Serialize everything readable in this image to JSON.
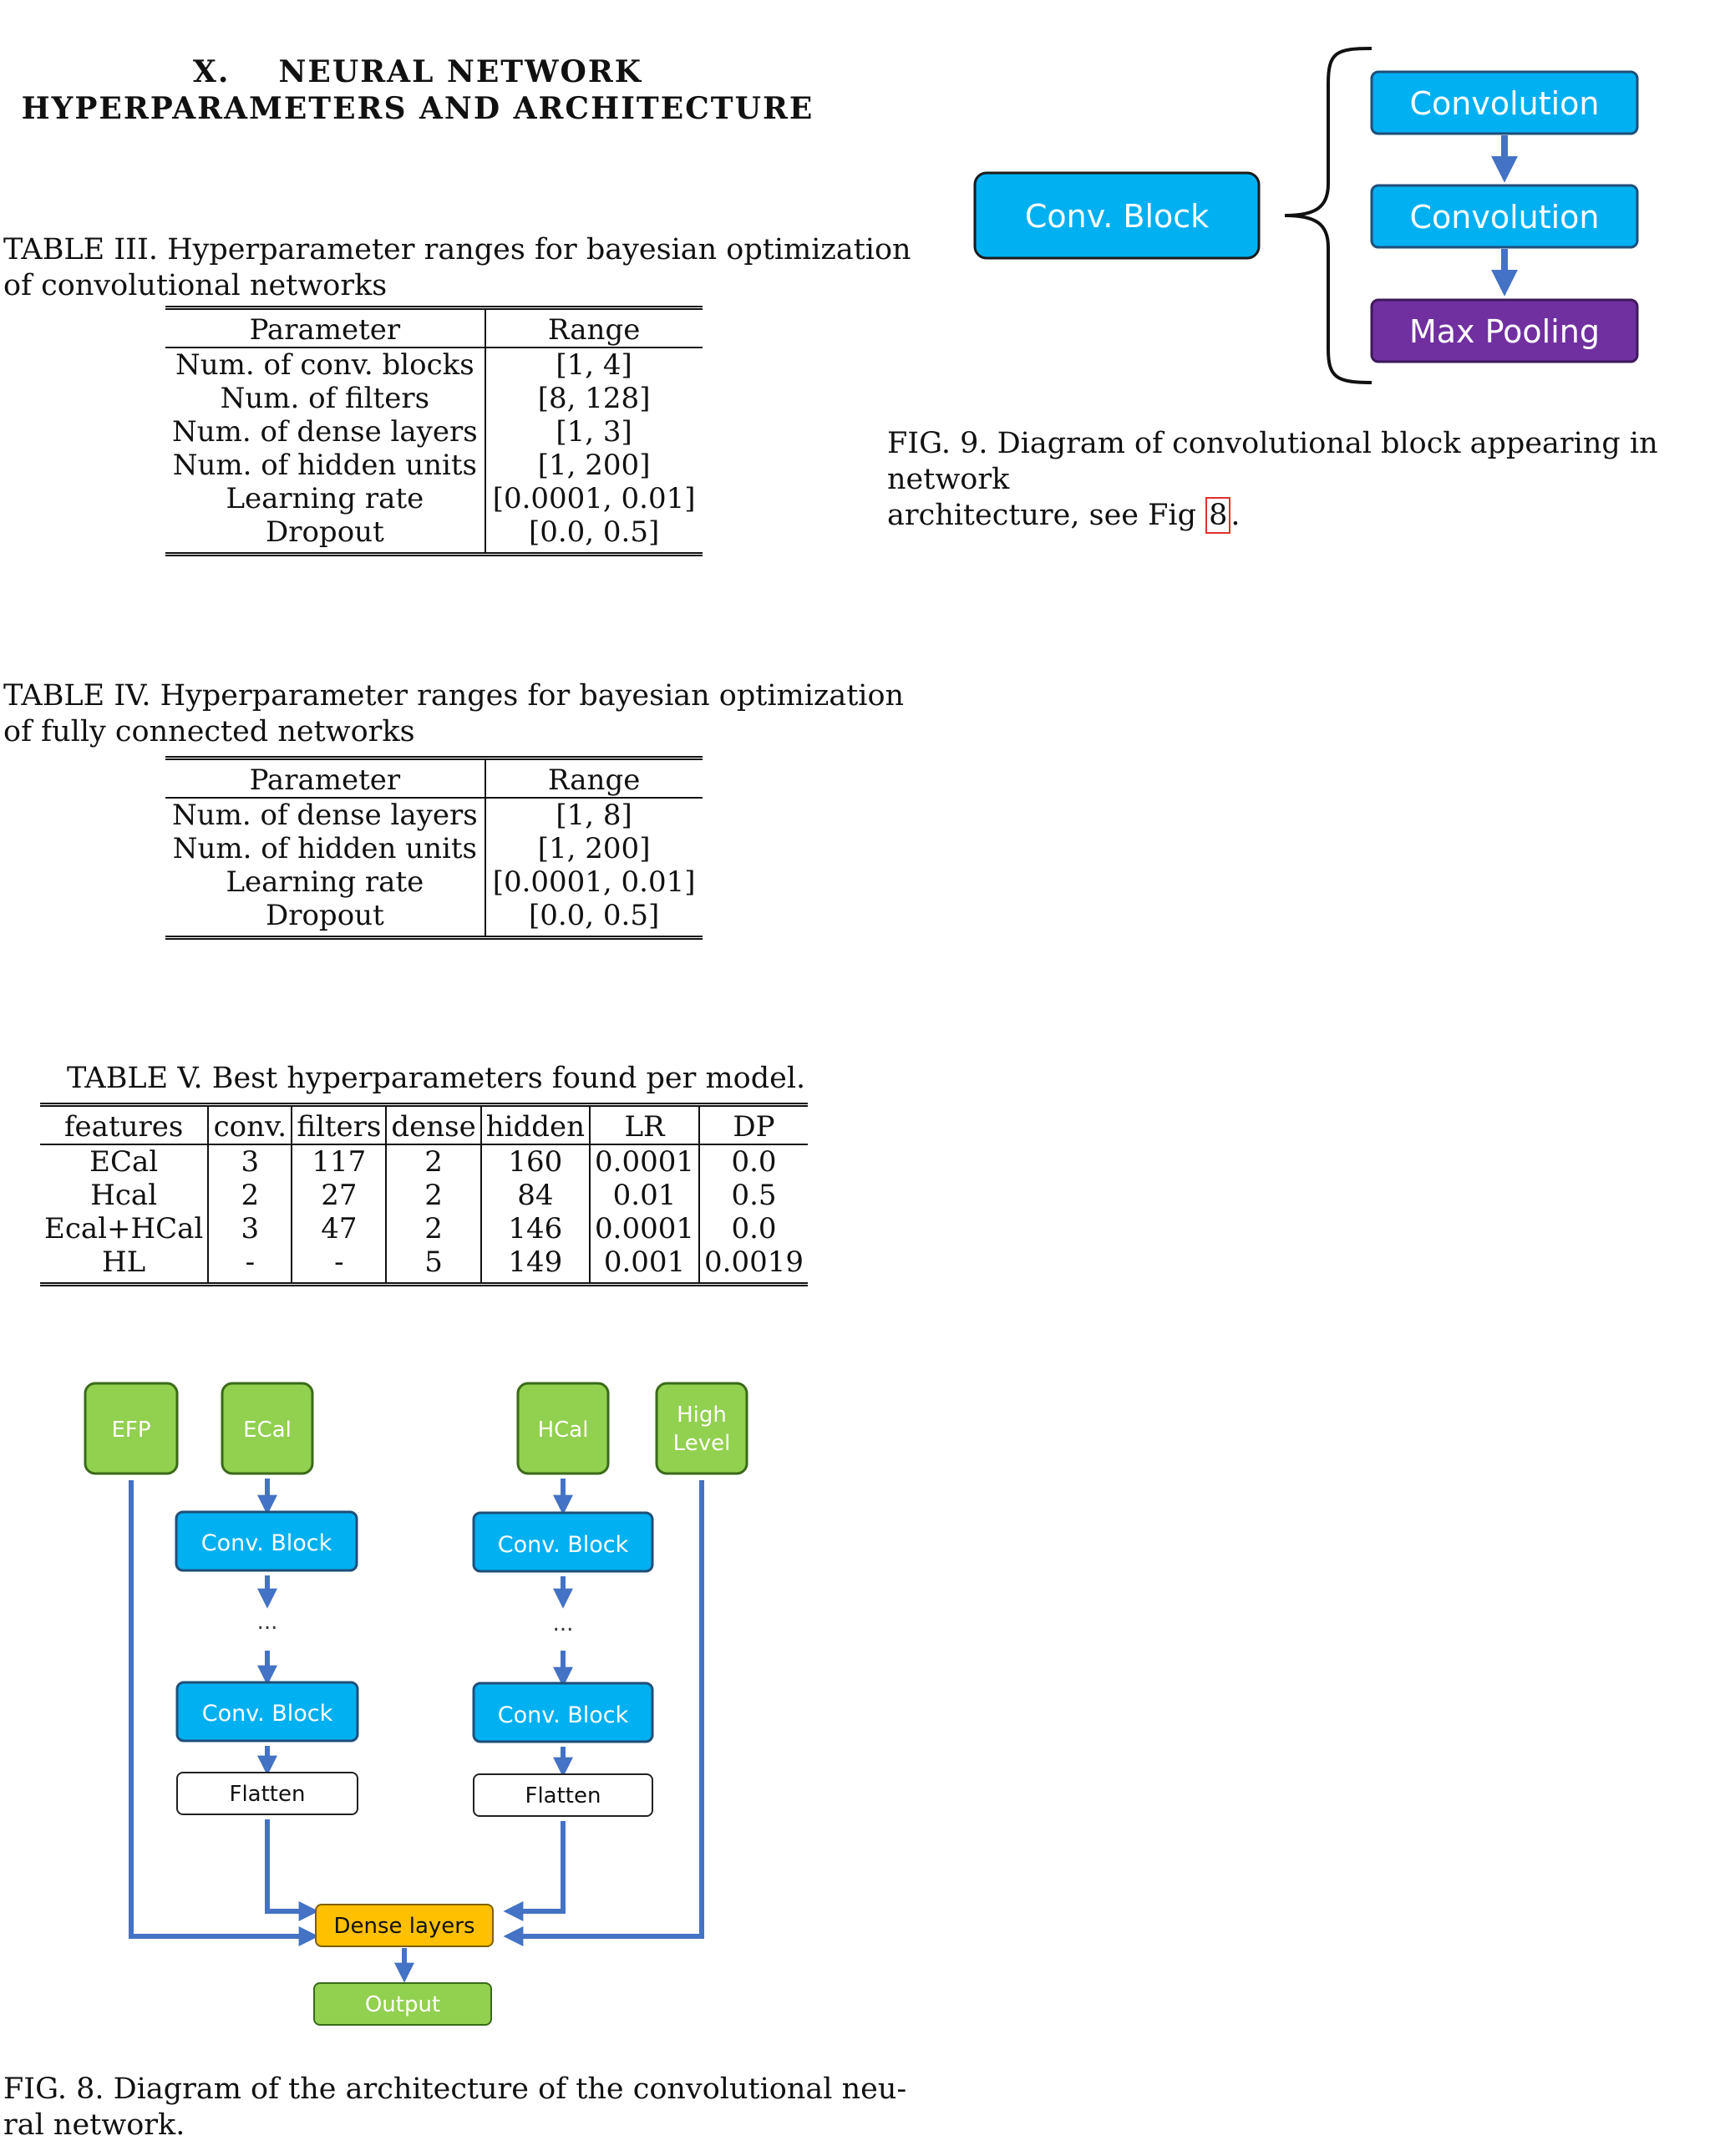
{
  "section": {
    "number": "X.",
    "title_line1": "NEURAL NETWORK",
    "title_line2": "HYPERPARAMETERS AND ARCHITECTURE"
  },
  "table3": {
    "caption_line1": "TABLE III. Hyperparameter ranges for bayesian optimization",
    "caption_line2": "of convolutional networks",
    "headers": [
      "Parameter",
      "Range"
    ],
    "rows": [
      [
        "Num. of conv. blocks",
        "[1, 4]"
      ],
      [
        "Num. of filters",
        "[8, 128]"
      ],
      [
        "Num. of dense layers",
        "[1, 3]"
      ],
      [
        "Num. of hidden units",
        "[1, 200]"
      ],
      [
        "Learning rate",
        "[0.0001, 0.01]"
      ],
      [
        "Dropout",
        "[0.0, 0.5]"
      ]
    ]
  },
  "table4": {
    "caption_line1": "TABLE IV. Hyperparameter ranges for bayesian optimization",
    "caption_line2": "of fully connected networks",
    "headers": [
      "Parameter",
      "Range"
    ],
    "rows": [
      [
        "Num. of dense layers",
        "[1, 8]"
      ],
      [
        "Num. of hidden units",
        "[1, 200]"
      ],
      [
        "Learning rate",
        "[0.0001, 0.01]"
      ],
      [
        "Dropout",
        "[0.0, 0.5]"
      ]
    ]
  },
  "table5": {
    "caption": "TABLE V. Best hyperparameters found per model.",
    "headers": [
      "features",
      "conv.",
      "filters",
      "dense",
      "hidden",
      "LR",
      "DP"
    ],
    "rows": [
      [
        "ECal",
        "3",
        "117",
        "2",
        "160",
        "0.0001",
        "0.0"
      ],
      [
        "Hcal",
        "2",
        "27",
        "2",
        "84",
        "0.01",
        "0.5"
      ],
      [
        "Ecal+HCal",
        "3",
        "47",
        "2",
        "146",
        "0.0001",
        "0.0"
      ],
      [
        "HL",
        "-",
        "-",
        "5",
        "149",
        "0.001",
        "0.0019"
      ]
    ]
  },
  "fig8": {
    "caption_line1": "FIG. 8. Diagram of the architecture of the convolutional neu-",
    "caption_line2": "ral network.",
    "nodes": {
      "efp": "EFP",
      "ecal": "ECal",
      "hcal": "HCal",
      "high_level_1": "High",
      "high_level_2": "Level",
      "conv_block": "Conv. Block",
      "ellipsis": "...",
      "flatten": "Flatten",
      "dense": "Dense layers",
      "output": "Output"
    },
    "colors": {
      "green": "#92d050",
      "blue": "#00b0f0",
      "orange": "#ffc000",
      "arrow": "#4472c4",
      "purple": "#7030a0"
    }
  },
  "fig9": {
    "caption_line1": "FIG. 9. Diagram of convolutional block appearing in network",
    "caption_line2_prefix": "architecture, see Fig ",
    "caption_ref": "8",
    "caption_line2_suffix": ".",
    "conv_block": "Conv. Block",
    "convolution": "Convolution",
    "max_pooling": "Max Pooling"
  }
}
